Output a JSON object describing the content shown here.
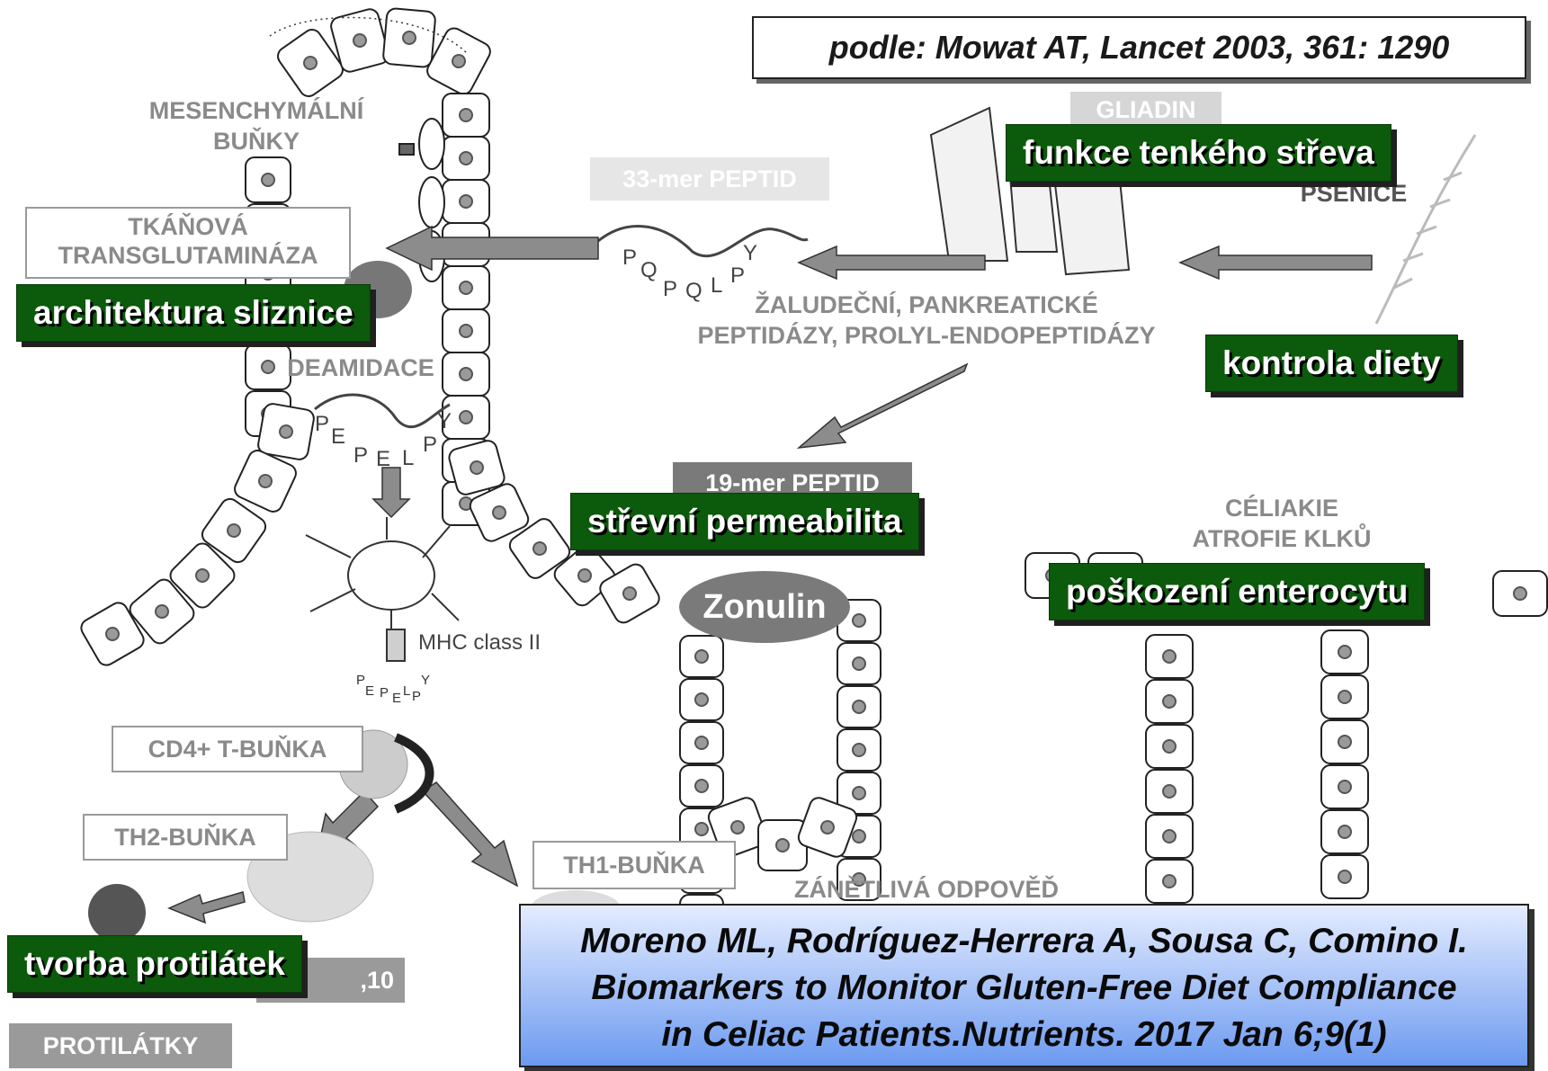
{
  "source": "podle: Mowat AT, Lancet 2003, 361: 1290",
  "gray_labels": {
    "mesenchymal": [
      "MESENCHYMÁLNÍ",
      "BUŇKY"
    ],
    "transglutaminase": [
      "TKÁŇOVÁ",
      "TRANSGLUTAMINÁZA"
    ],
    "deamidation": "DEAMIDACE",
    "gliadin": "GLIADIN",
    "wheat": "PŠENICE",
    "peptide_33": "33-mer PEPTID",
    "peptide_19": "19-mer PEPTID",
    "peptidases": [
      "ŽALUDEČNÍ, PANKREATICKÉ",
      "PEPTIDÁZY, PROLYL-ENDOPEPTIDÁZY"
    ],
    "celiac": [
      "CÉLIAKIE",
      "ATROFIE KLKŮ"
    ],
    "mhc": "MHC class II",
    "cd4": "CD4+ T-BUŇKA",
    "th2": "TH2-BUŇKA",
    "th1": "TH1-BUŇKA",
    "inflammation": "ZÁNĚTLIVÁ ODPOVĚĎ",
    "cytokine_partial": ",10",
    "antibodies": "PROTILÁTKY",
    "zonulin": "Zonulin"
  },
  "sequences": {
    "native_top": [
      "P",
      "Q",
      "Y"
    ],
    "native_bottom": [
      "P",
      "Q",
      "L",
      "P"
    ],
    "deamidated_top": [
      "P",
      "E",
      "Y"
    ],
    "deamidated_bottom": [
      "P",
      "E",
      "L",
      "P"
    ],
    "mhc_bound": [
      "P",
      "E",
      "P",
      "E",
      "L",
      "P",
      "Y"
    ]
  },
  "green_labels": {
    "small_intestine_function": "funkce tenkého střeva",
    "mucosa_architecture": "architektura sliznice",
    "diet_control": "kontrola diety",
    "intestinal_permeability": "střevní permeabilita",
    "enterocyte_damage": "poškození enterocytu",
    "antibody_formation": "tvorba protilátek"
  },
  "citation": [
    "Moreno ML, Rodríguez-Herrera A, Sousa C, Comino I.",
    "Biomarkers to Monitor Gluten-Free Diet Compliance",
    "in Celiac Patients.Nutrients. 2017 Jan 6;9(1)"
  ],
  "colors": {
    "green_label_bg": "#0c5a0c",
    "citation_gradient_top": "#e4ecff",
    "citation_gradient_bottom": "#6c9af0",
    "arrow_gray": "#8c8c8c",
    "zonulin_fill": "#7a7a7a"
  }
}
